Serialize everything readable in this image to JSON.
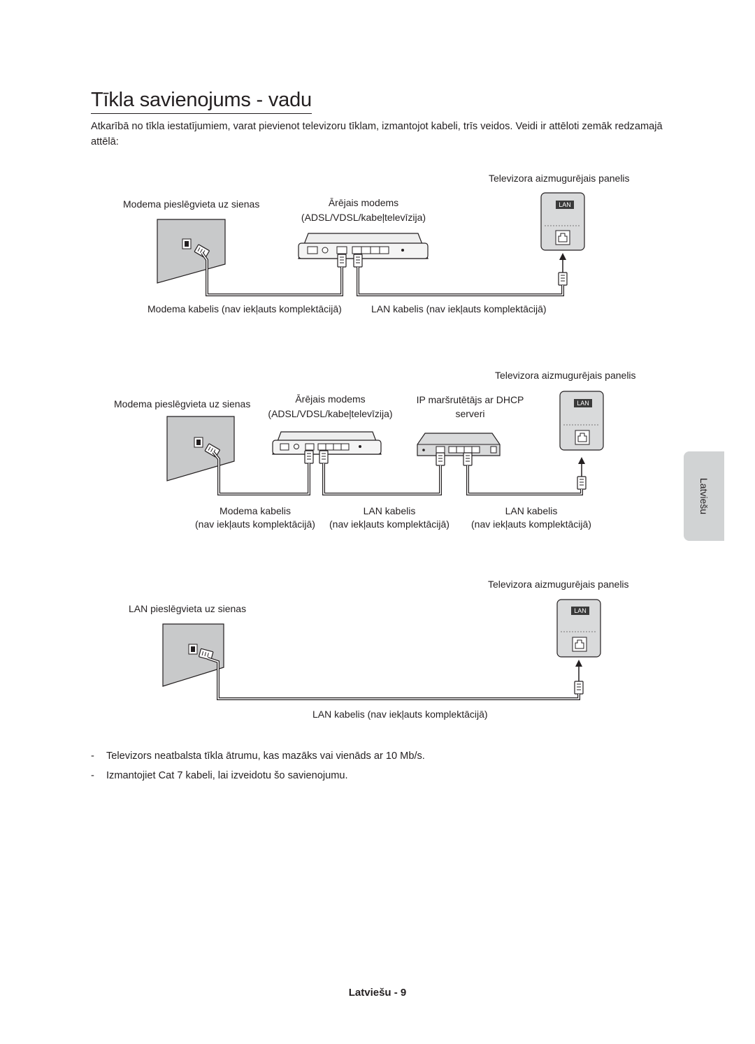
{
  "page": {
    "title": "Tīkla savienojums - vadu",
    "intro": "Atkarībā no tīkla iestatījumiem, varat pievienot televizoru tīklam, izmantojot kabeli, trīs veidos. Veidi ir attēloti zemāk redzamajā attēlā:",
    "side_tab": "Latviešu",
    "footer": "Latviešu - 9"
  },
  "diagram1": {
    "tv_panel": "Televizora aizmugurējais panelis",
    "wall_socket": "Modema pieslēgvieta uz sienas",
    "modem_line1": "Ārējais modems",
    "modem_line2": "(ADSL/VDSL/kabeļtelevīzija)",
    "lan_badge": "LAN",
    "modem_cable": "Modema kabelis (nav iekļauts komplektācijā)",
    "lan_cable": "LAN kabelis (nav iekļauts komplektācijā)"
  },
  "diagram2": {
    "tv_panel": "Televizora aizmugurējais panelis",
    "wall_socket": "Modema pieslēgvieta uz sienas",
    "modem_line1": "Ārējais modems",
    "modem_line2": "(ADSL/VDSL/kabeļtelevīzija)",
    "router_line1": "IP maršrutētājs ar DHCP",
    "router_line2": "serveri",
    "lan_badge": "LAN",
    "cable1_line1": "Modema kabelis",
    "cable1_line2": "(nav iekļauts komplektācijā)",
    "cable2_line1": "LAN kabelis",
    "cable2_line2": "(nav iekļauts komplektācijā)",
    "cable3_line1": "LAN kabelis",
    "cable3_line2": "(nav iekļauts komplektācijā)"
  },
  "diagram3": {
    "tv_panel": "Televizora aizmugurējais panelis",
    "wall_socket": "LAN pieslēgvieta uz sienas",
    "lan_badge": "LAN",
    "lan_cable": "LAN kabelis (nav iekļauts komplektācijā)"
  },
  "notes": [
    {
      "dash": "-",
      "text": "Televizors neatbalsta tīkla ātrumu, kas mazāks vai vienāds ar 10 Mb/s."
    },
    {
      "dash": "-",
      "text": "Izmantojiet Cat 7 kabeli, lai izveidotu šo savienojumu."
    }
  ],
  "colors": {
    "text": "#231f20",
    "panel_fill": "#d9dadb",
    "wall_fill": "#c8c9ca",
    "device_fill": "#eeeeee",
    "lan_badge": "#3a3a3a",
    "side_tab": "#d1d3d4"
  },
  "icons": [
    "wall-socket-icon",
    "modem-icon",
    "router-icon",
    "tv-lan-port-icon",
    "cable-plug-icon",
    "arrow-up-icon"
  ]
}
